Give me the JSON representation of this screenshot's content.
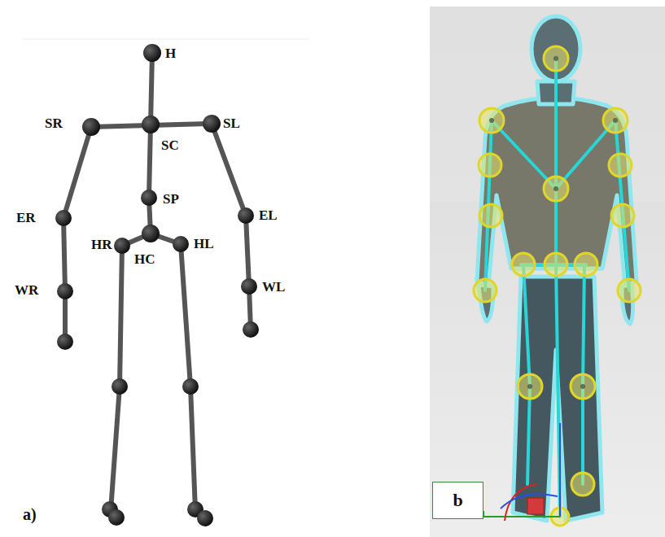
{
  "diagram": {
    "nodes": [
      {
        "text": [
          "b"
        ]
      }
    ],
    "labels": [
      "H",
      "SR",
      "SC",
      "SL",
      "SP",
      "ER",
      "EL",
      "HR",
      "HC",
      "HL",
      "WR",
      "WL",
      "a)"
    ]
  }
}
